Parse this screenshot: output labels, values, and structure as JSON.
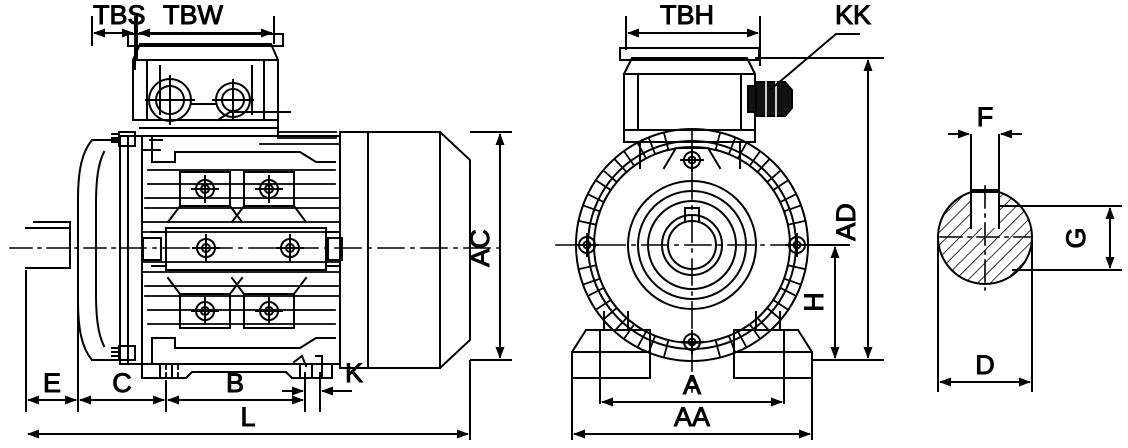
{
  "drawing": {
    "title": "Electric motor dimensional drawing",
    "type": "technical-engineering-drawing",
    "background_color": "#ffffff",
    "line_color": "#000000",
    "views": [
      {
        "name": "side-view",
        "description": "Motor side elevation with terminal box, cooling fins, feet, shaft and fan cowl"
      },
      {
        "name": "front-view",
        "description": "Drive-end front elevation with radial cooling fins, shaft bore with keyway, terminal box and mounting feet"
      },
      {
        "name": "shaft-detail-view",
        "description": "Shaft cross-section detail, hatched, showing keyway"
      }
    ]
  },
  "dimensions": {
    "side_view": [
      {
        "id": "TBS",
        "label": "TBS",
        "orientation": "horizontal",
        "description": "Terminal box offset from mounting flange"
      },
      {
        "id": "TBW",
        "label": "TBW",
        "orientation": "horizontal",
        "description": "Terminal box width"
      },
      {
        "id": "AC",
        "label": "AC",
        "orientation": "vertical",
        "description": "Overall motor diameter"
      },
      {
        "id": "E",
        "label": "E",
        "orientation": "horizontal",
        "description": "Shaft extension length"
      },
      {
        "id": "C",
        "label": "C",
        "orientation": "horizontal",
        "description": "Shaft shoulder to foot hole centre"
      },
      {
        "id": "B",
        "label": "B",
        "orientation": "horizontal",
        "description": "Distance between foot hole centres"
      },
      {
        "id": "K",
        "label": "K",
        "orientation": "horizontal",
        "description": "Foot mounting hole diameter"
      },
      {
        "id": "L",
        "label": "L",
        "orientation": "horizontal",
        "description": "Overall motor length"
      }
    ],
    "front_view": [
      {
        "id": "TBH",
        "label": "TBH",
        "orientation": "horizontal",
        "description": "Terminal box height dimension"
      },
      {
        "id": "KK",
        "label": "KK",
        "orientation": "leader",
        "description": "Cable gland thread size"
      },
      {
        "id": "AD",
        "label": "AD",
        "orientation": "vertical",
        "description": "Height from base to top of terminal box"
      },
      {
        "id": "H",
        "label": "H",
        "orientation": "vertical",
        "description": "Shaft centre height above base"
      },
      {
        "id": "A",
        "label": "A",
        "orientation": "horizontal",
        "description": "Distance between foot hole centres across"
      },
      {
        "id": "AA",
        "label": "AA",
        "orientation": "horizontal",
        "description": "Overall foot width"
      }
    ],
    "detail_view": [
      {
        "id": "F",
        "label": "F",
        "orientation": "horizontal",
        "description": "Key width"
      },
      {
        "id": "G",
        "label": "G",
        "orientation": "vertical",
        "description": "Shaft diameter less key depth"
      },
      {
        "id": "D",
        "label": "D",
        "orientation": "horizontal",
        "description": "Shaft diameter"
      }
    ]
  }
}
